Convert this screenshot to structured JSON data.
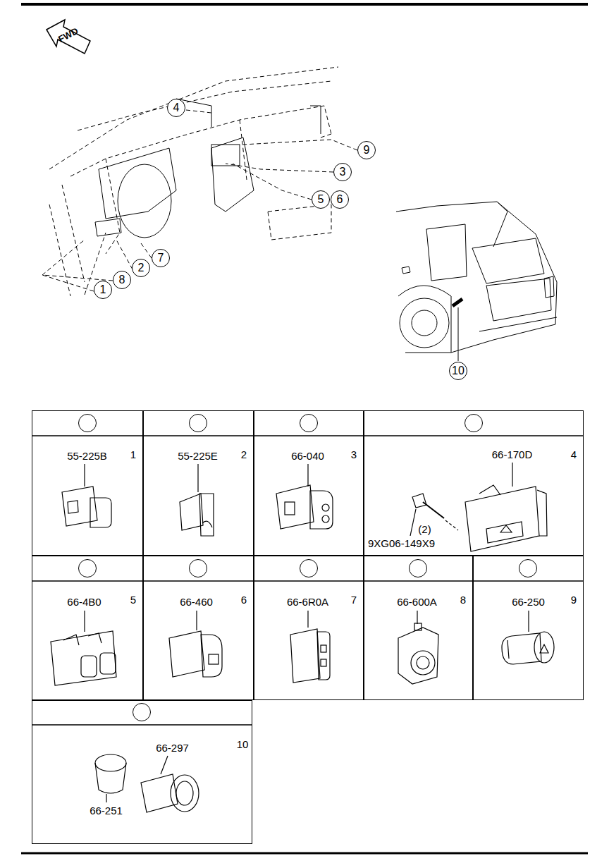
{
  "diagram": {
    "nodes": [
      {
        "text": [
          "4"
        ]
      },
      {
        "text": [
          "9"
        ]
      },
      {
        "text": [
          "3"
        ]
      },
      {
        "text": [
          "5"
        ]
      },
      {
        "text": [
          "6"
        ]
      },
      {
        "text": [
          "7"
        ]
      },
      {
        "text": [
          "2"
        ]
      },
      {
        "text": [
          "8"
        ]
      },
      {
        "text": [
          "1"
        ]
      },
      {
        "text": [
          "10"
        ]
      },
      {
        "text": [
          "55-225B"
        ]
      },
      {
        "text": [
          "1"
        ],
        "in": 10
      },
      {
        "text": [
          "55-225E"
        ]
      },
      {
        "text": [
          "2"
        ],
        "in": 12
      },
      {
        "text": [
          "66-040"
        ]
      },
      {
        "text": [
          "3"
        ],
        "in": 14
      },
      {
        "text": [
          "66-170D",
          "9XG06-149X9",
          "(2)"
        ]
      },
      {
        "text": [
          "4"
        ],
        "in": 16
      },
      {
        "text": [
          "66-4B0"
        ]
      },
      {
        "text": [
          "5"
        ],
        "in": 18
      },
      {
        "text": [
          "66-460"
        ]
      },
      {
        "text": [
          "6"
        ],
        "in": 20
      },
      {
        "text": [
          "66-6R0A"
        ]
      },
      {
        "text": [
          "7"
        ],
        "in": 22
      },
      {
        "text": [
          "66-600A"
        ]
      },
      {
        "text": [
          "8"
        ],
        "in": 24
      },
      {
        "text": [
          "66-250"
        ]
      },
      {
        "text": [
          "9"
        ],
        "in": 26
      },
      {
        "text": [
          "66-297",
          "66-251"
        ]
      },
      {
        "text": [
          "10"
        ],
        "in": 28
      }
    ],
    "labels": [
      "FWD"
    ]
  }
}
